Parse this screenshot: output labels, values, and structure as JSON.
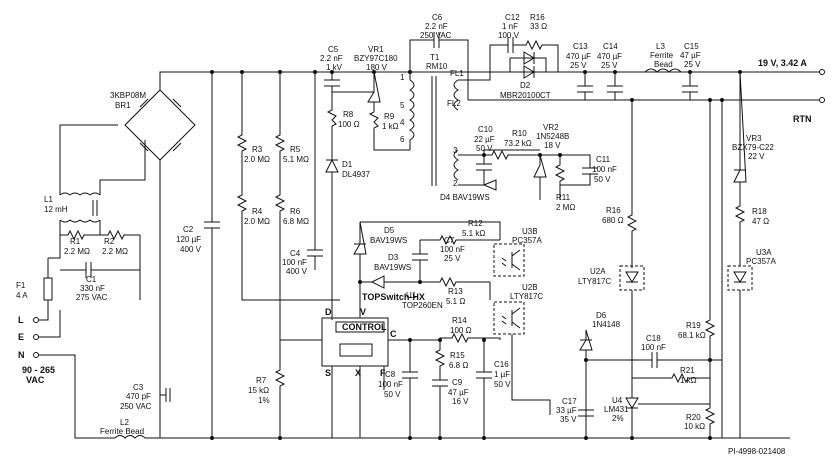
{
  "ac": {
    "l": "L",
    "e": "E",
    "n": "N",
    "range": "90 - 265",
    "unit": "VAC"
  },
  "br1": {
    "part": "3KBP08M",
    "ref": "BR1"
  },
  "l1": {
    "ref": "L1",
    "val": "12 mH"
  },
  "r1": {
    "ref": "R1",
    "val": "2.2 MΩ"
  },
  "r2": {
    "ref": "R2",
    "val": "2.2 MΩ"
  },
  "c1": {
    "ref": "C1",
    "v1": "330 nF",
    "v2": "275 VAC"
  },
  "f1": {
    "ref": "F1",
    "val": "4 A"
  },
  "c2": {
    "ref": "C2",
    "v1": "120 µF",
    "v2": "400 V"
  },
  "c3": {
    "ref": "C3",
    "v1": "470 pF",
    "v2": "250 VAC"
  },
  "l2": {
    "ref": "L2",
    "val": "Ferrite Bead"
  },
  "r3": {
    "ref": "R3",
    "val": "2.0 MΩ"
  },
  "r4": {
    "ref": "R4",
    "val": "2.0 MΩ"
  },
  "r5": {
    "ref": "R5",
    "val": "5.1 MΩ"
  },
  "r6": {
    "ref": "R6",
    "val": "6.8 MΩ"
  },
  "r7": {
    "ref": "R7",
    "v1": "15 kΩ",
    "v2": "1%"
  },
  "c4": {
    "ref": "C4",
    "v1": "100 nF",
    "v2": "400 V"
  },
  "c5": {
    "ref": "C5",
    "v1": "2.2 nF",
    "v2": "1 kV"
  },
  "vr1": {
    "ref": "VR1",
    "val": "BZY97C180",
    "v2": "180 V"
  },
  "r8": {
    "ref": "R8",
    "val": "100 Ω"
  },
  "r9": {
    "ref": "R9",
    "val": "1 kΩ"
  },
  "d1": {
    "ref": "D1",
    "val": "DL4937"
  },
  "c6": {
    "ref": "C6",
    "v1": "2.2 nF",
    "v2": "250 VAC"
  },
  "t1": {
    "ref": "T1",
    "val": "RM10",
    "fl1": "FL1",
    "fl2": "FL2",
    "p1": "1",
    "p5": "5",
    "p4": "4",
    "p6": "6",
    "p3": "3",
    "p2": "2"
  },
  "c12": {
    "ref": "C12",
    "v1": "1 nF",
    "v2": "100 V"
  },
  "r16a": {
    "ref": "R16",
    "val": "33 Ω"
  },
  "d2": {
    "ref": "D2",
    "val": "MBR20100CT"
  },
  "c13": {
    "ref": "C13",
    "v1": "470 µF",
    "v2": "25 V"
  },
  "c14": {
    "ref": "C14",
    "v1": "470 µF",
    "v2": "25 V"
  },
  "l3": {
    "ref": "L3",
    "v1": "Ferrite",
    "v2": "Bead"
  },
  "c15": {
    "ref": "C15",
    "v1": "47 µF",
    "v2": "25 V"
  },
  "out": {
    "v": "19 V, 3.42 A",
    "rtn": "RTN"
  },
  "c10": {
    "ref": "C10",
    "v1": "22 µF",
    "v2": "50 V"
  },
  "r10": {
    "ref": "R10",
    "val": "73.2 kΩ"
  },
  "vr2": {
    "ref": "VR2",
    "val": "1N5248B",
    "v2": "18 V"
  },
  "c11": {
    "ref": "C11",
    "v1": "100 nF",
    "v2": "50 V"
  },
  "d4": {
    "label": "D4 BAV19WS"
  },
  "r11": {
    "ref": "R11",
    "val": "2 MΩ"
  },
  "d5": {
    "ref": "D5",
    "val": "BAV19WS"
  },
  "d3": {
    "ref": "D3",
    "val": "BAV19WS"
  },
  "r12": {
    "ref": "R12",
    "val": "5.1 kΩ"
  },
  "c7": {
    "ref": "C7",
    "v1": "100 nF",
    "v2": "25 V"
  },
  "u3b": {
    "ref": "U3B",
    "val": "PC357A"
  },
  "u2b": {
    "ref": "U2B",
    "val": "LTY817C"
  },
  "r13": {
    "ref": "R13",
    "val": "5.1 Ω"
  },
  "u1": {
    "name": "TOPSwitch-HX",
    "ref": "U1",
    "part": "TOP260EN",
    "ctrl": "CONTROL",
    "d": "D",
    "v": "V",
    "c": "C",
    "s": "S",
    "x": "X",
    "f": "F"
  },
  "r14": {
    "ref": "R14",
    "val": "100 Ω"
  },
  "r15": {
    "ref": "R15",
    "val": "6.8 Ω"
  },
  "c8": {
    "ref": "C8",
    "v1": "100 nF",
    "v2": "50 V"
  },
  "c9": {
    "ref": "C9",
    "v1": "47 µF",
    "v2": "16 V"
  },
  "c16": {
    "ref": "C16",
    "v1": "1 µF",
    "v2": "50 V"
  },
  "vr3": {
    "ref": "VR3",
    "val": "BZX79-C22",
    "v2": "22 V"
  },
  "r16": {
    "ref": "R16",
    "val": "680 Ω"
  },
  "r18": {
    "ref": "R18",
    "val": "47 Ω"
  },
  "u2a": {
    "ref": "U2A",
    "val": "LTY817C"
  },
  "u3a": {
    "ref": "U3A",
    "val": "PC357A"
  },
  "d6": {
    "ref": "D6",
    "val": "1N4148"
  },
  "c18": {
    "ref": "C18",
    "val": "100 nF"
  },
  "r19": {
    "ref": "R19",
    "val": "68.1 kΩ"
  },
  "r21": {
    "ref": "R21",
    "val": "1 kΩ"
  },
  "c17": {
    "ref": "C17",
    "v1": "33 µF",
    "v2": "35 V"
  },
  "u4": {
    "ref": "U4",
    "val": "LM431",
    "v2": "2%"
  },
  "r20": {
    "ref": "R20",
    "val": "10 kΩ"
  },
  "docid": "PI-4998-021408"
}
